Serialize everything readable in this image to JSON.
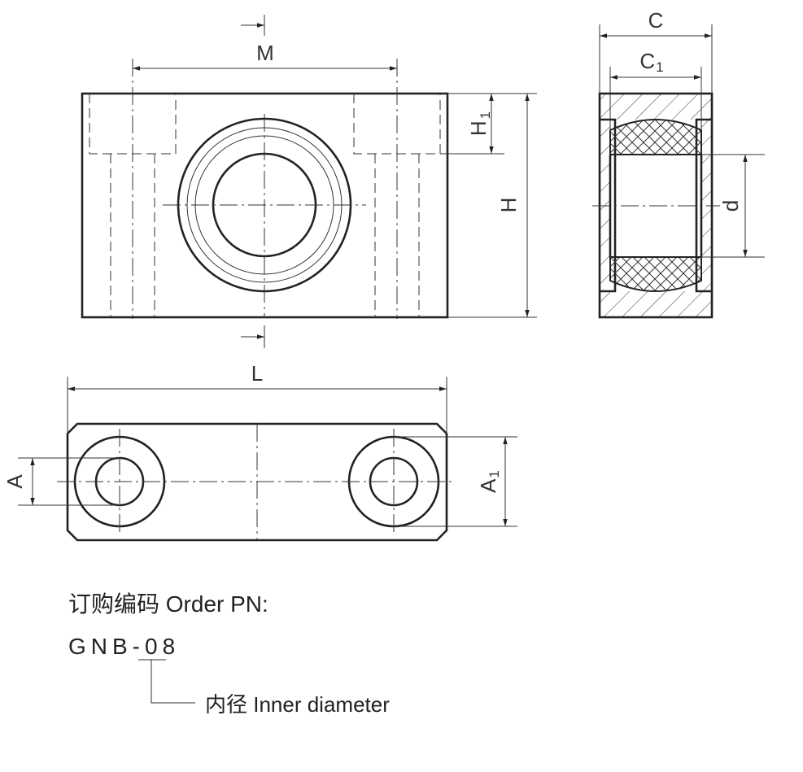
{
  "dimensions": {
    "M": "M",
    "H1_main": "H",
    "H1_sub": "1",
    "H": "H",
    "C": "C",
    "C1_main": "C",
    "C1_sub": "1",
    "d": "d",
    "L": "L",
    "A": "A",
    "A1_main": "A",
    "A1_sub": "1"
  },
  "notes": {
    "order_label": "订购编码 Order PN:",
    "pn_code": "GNB-08",
    "inner_label": "内径 Inner diameter"
  }
}
